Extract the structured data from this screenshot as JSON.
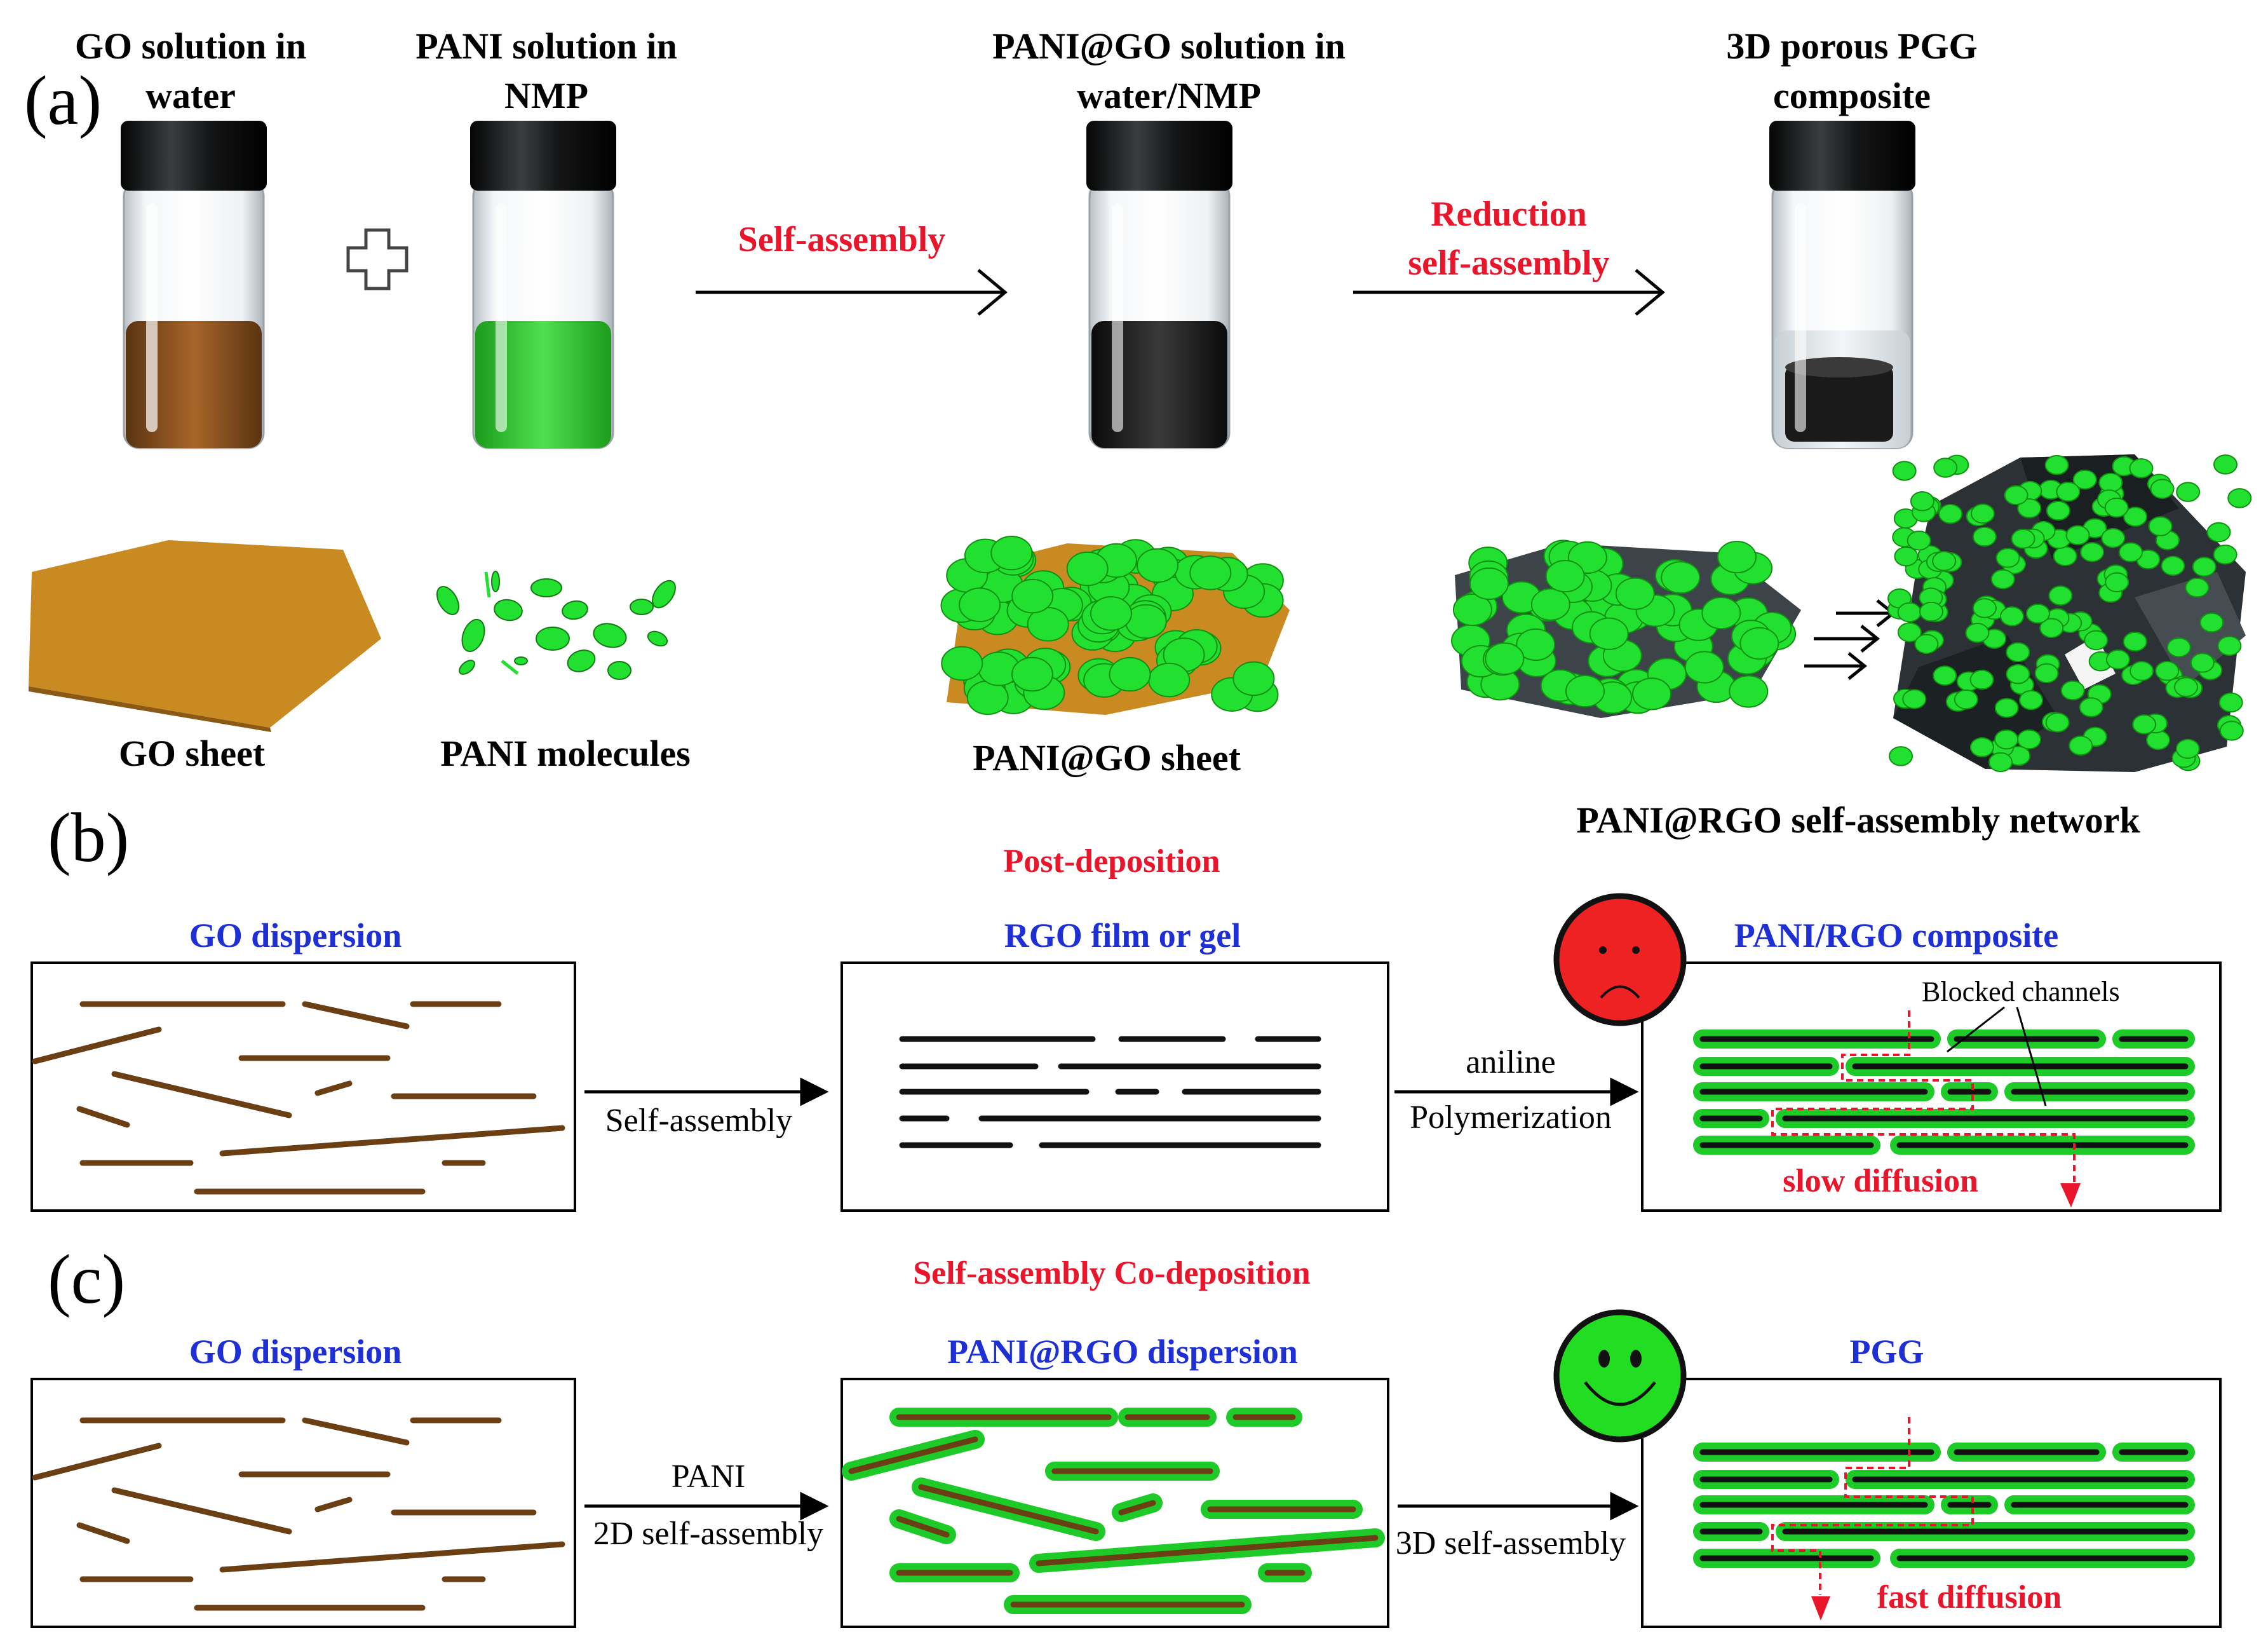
{
  "panel_a": {
    "letter": "(a)",
    "vial_titles": [
      [
        "GO solution in",
        "water"
      ],
      [
        "PANI solution in",
        "NMP"
      ],
      [
        "PANI@GO solution in",
        "water/NMP"
      ],
      [
        "3D porous PGG",
        "composite"
      ]
    ],
    "arrow1_label": "Self-assembly",
    "arrow2_label_line1": "Reduction",
    "arrow2_label_line2": "self-assembly",
    "plus_symbol": "+",
    "sheet_labels": [
      "GO sheet",
      "PANI molecules",
      "PANI@GO sheet",
      "PANI@RGO self-assembly network"
    ]
  },
  "panel_b": {
    "letter": "(b)",
    "header": "Post-deposition",
    "box_titles": [
      "GO dispersion",
      "RGO film or gel",
      "PANI/RGO composite"
    ],
    "arrow1_label": "Self-assembly",
    "arrow2_label_top": "aniline",
    "arrow2_label_bottom": "Polymerization",
    "annotation_blocked": "Blocked channels",
    "annotation_diffusion": "slow diffusion"
  },
  "panel_c": {
    "letter": "(c)",
    "header": "Self-assembly Co-deposition",
    "box_titles": [
      "GO dispersion",
      "PANI@RGO dispersion",
      "PGG"
    ],
    "arrow1_label_top": "PANI",
    "arrow1_label_bottom": "2D self-assembly",
    "arrow2_label": "3D self-assembly",
    "annotation_diffusion": "fast diffusion"
  },
  "colors": {
    "title_blue": "#1f2fd6",
    "highlight_red": "#e8152b",
    "go_brown": "#c98a22",
    "pani_green": "#22e030",
    "rgo_dark": "#2b2f33",
    "sad_face": "#ee2222",
    "happy_face": "#22dd22"
  }
}
